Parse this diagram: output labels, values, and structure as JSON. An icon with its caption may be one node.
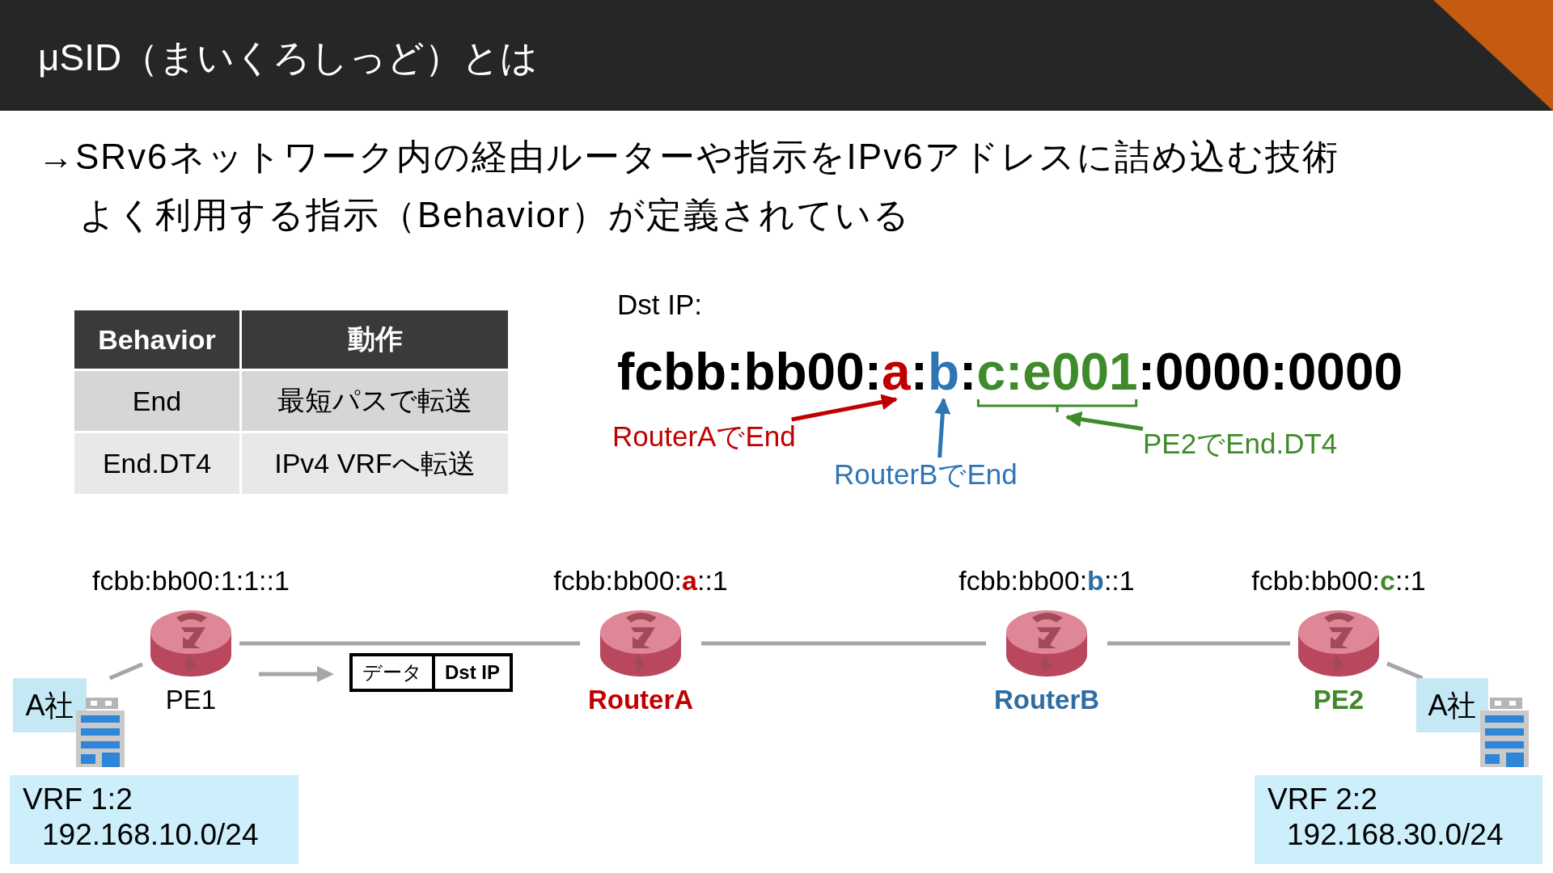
{
  "diagram": {
    "title": "μSID（まいくろしっど）とは",
    "nodes": [
      {
        "text": [
          "fcbb:bb00:**a**:**b**:**c:e001**:0000:0000"
        ]
      },
      {
        "text": [
          "RouterAでEnd"
        ]
      },
      {
        "text": [
          "RouterBでEnd"
        ]
      },
      {
        "text": [
          "PE2でEnd.DT4"
        ]
      },
      {
        "text": [
          "PE1"
        ],
        "beside": [
          "fcbb:bb00:1:1::1"
        ]
      },
      {
        "text": [
          "RouterA"
        ],
        "beside": [
          "fcbb:bb00:**a**::1"
        ]
      },
      {
        "text": [
          "RouterB"
        ],
        "beside": [
          "fcbb:bb00:**b**::1"
        ]
      },
      {
        "text": [
          "PE2"
        ],
        "beside": [
          "fcbb:bb00:**c**::1"
        ]
      },
      {
        "text": [
          "A社"
        ]
      },
      {
        "text": [
          "データ",
          "Dst IP"
        ]
      },
      {
        "text": [
          "A社"
        ]
      },
      {
        "text": [
          "VRF 1:2",
          "192.168.10.0/24"
        ]
      },
      {
        "text": [
          "VRF 2:2",
          "192.168.30.0/24"
        ]
      }
    ],
    "edges": [
      {
        "from": 8,
        "to": 4,
        "arrow": "none"
      },
      {
        "from": 4,
        "to": 5,
        "arrow": "none"
      },
      {
        "from": 5,
        "to": 6,
        "arrow": "none"
      },
      {
        "from": 6,
        "to": 7,
        "arrow": "none"
      },
      {
        "from": 7,
        "to": 10,
        "arrow": "none"
      },
      {
        "from": 1,
        "to": 0,
        "arrow": "to",
        "color": "#c00000"
      },
      {
        "from": 2,
        "to": 0,
        "arrow": "to",
        "color": "#2e75b6"
      },
      {
        "from": 3,
        "to": 0,
        "arrow": "to",
        "color": "#3f8a2a"
      }
    ],
    "labels": [
      "→SRv6ネットワーク内の経由ルーターや指示をIPv6アドレスに詰め込む技術",
      "よく利用する指示（Behavior）が定義されている",
      "Behavior",
      "動作",
      "End",
      "最短パスで転送",
      "End.DT4",
      "IPv4 VRFへ転送",
      "Dst IP:"
    ]
  }
}
